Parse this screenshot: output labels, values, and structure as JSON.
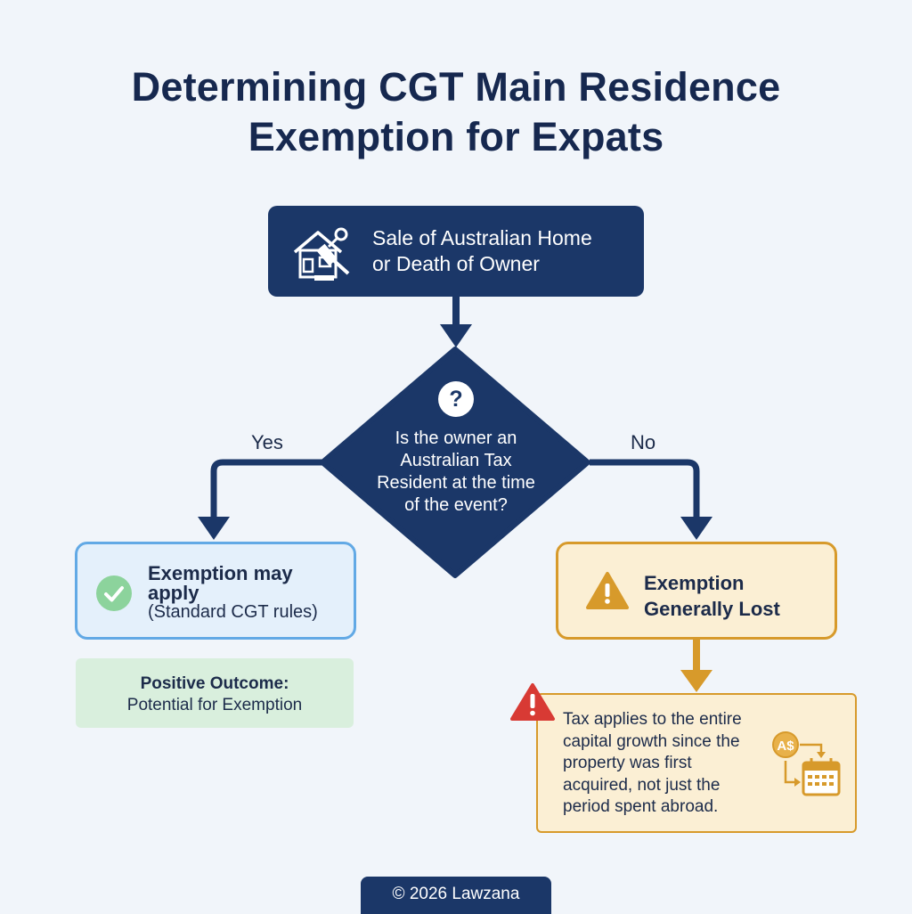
{
  "title": {
    "line1": "Determining CGT Main Residence",
    "line2": "Exemption for Expats"
  },
  "start": {
    "icon": "house-gavel-key-icon",
    "line1": "Sale of Australian Home",
    "line2": "or Death of Owner"
  },
  "decision": {
    "icon_glyph": "?",
    "line1": "Is the owner an",
    "line2": "Australian Tax",
    "line3": "Resident at the time",
    "line4": "of the event?"
  },
  "branches": {
    "yes_label": "Yes",
    "no_label": "No"
  },
  "yes_outcome": {
    "icon": "check-circle-icon",
    "title_line1": "Exemption may",
    "title_line2": "apply",
    "subtitle": "(Standard CGT rules)"
  },
  "positive_note": {
    "title": "Positive Outcome:",
    "text": "Potential for Exemption"
  },
  "no_outcome": {
    "icon": "warning-triangle-icon",
    "title_line1": "Exemption",
    "title_line2": "Generally Lost"
  },
  "tax_note": {
    "icon": "alert-triangle-icon",
    "line1": "Tax applies to the entire",
    "line2": "capital growth since the",
    "line3": "property was first",
    "line4": "acquired, not just the",
    "line5": "period spent abroad.",
    "currency_label": "A$",
    "currency_icon": "currency-calendar-icon"
  },
  "footer": {
    "text": "© 2026 Lawzana"
  },
  "colors": {
    "navy": "#1b3768",
    "blue_border": "#62a9e5",
    "blue_fill": "#e4f0fb",
    "green_fill": "#d9efdd",
    "green_check": "#8cd39c",
    "amber_border": "#d79a2b",
    "amber_fill": "#fbefd4",
    "alert_red": "#d83a34"
  }
}
